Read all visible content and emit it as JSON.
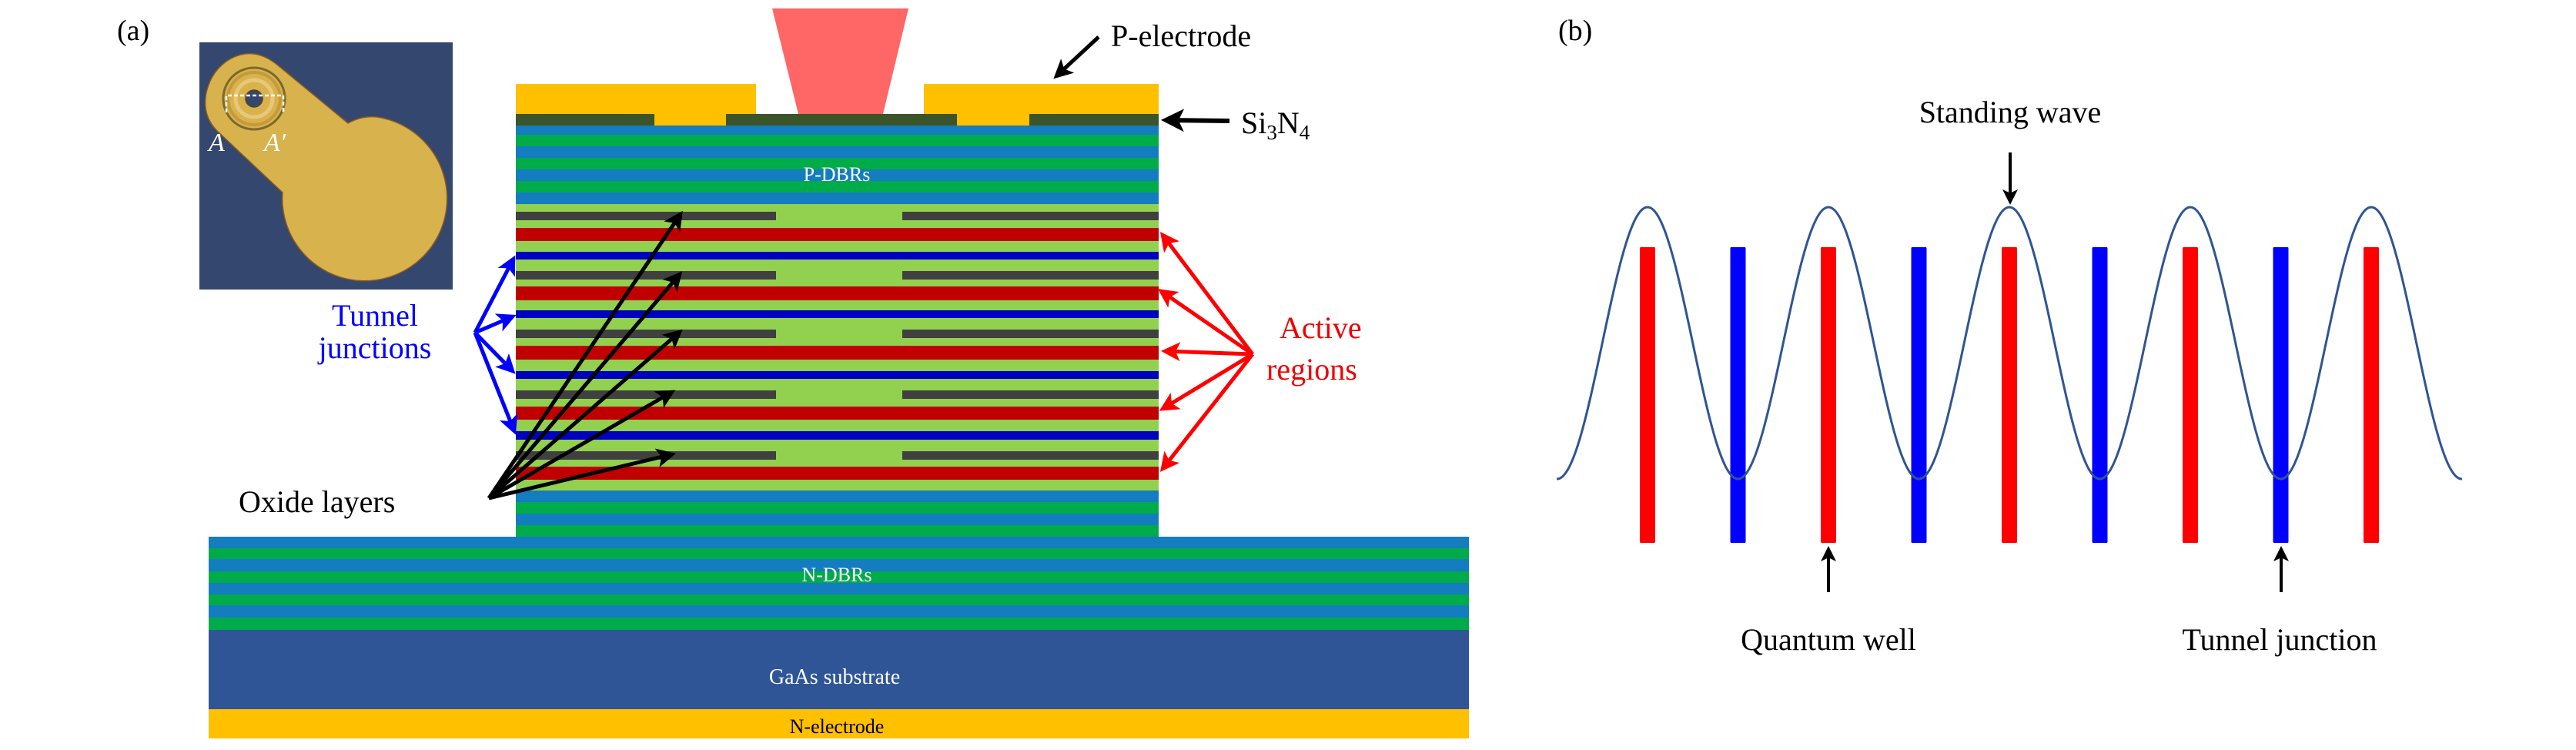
{
  "panel_a": {
    "label": "(a)",
    "inset": {
      "point_a": "A",
      "point_a_prime": "A′"
    },
    "labels": {
      "p_electrode": "P-electrode",
      "si3n4_main": "Si",
      "si3n4_sub1": "3",
      "si3n4_mid": "N",
      "si3n4_sub2": "4",
      "p_dbrs": "P-DBRs",
      "n_dbrs": "N-DBRs",
      "substrate": "GaAs substrate",
      "n_electrode": "N-electrode",
      "tunnel_line1": "Tunnel",
      "tunnel_line2": "junctions",
      "active_line1": "Active",
      "active_line2": "regions",
      "oxide": "Oxide layers"
    },
    "colors": {
      "gold": "#ffc000",
      "si3n4": "#3b5528",
      "dbr_blue": "#137dbf",
      "dbr_green": "#00ab4a",
      "cavity_green": "#92d050",
      "oxide": "#404040",
      "active_red": "#c00000",
      "junction_blue": "#0000c0",
      "substrate": "#2f5597",
      "beam": "#ff6666",
      "tunnel_label": "#0000ff",
      "active_label": "#ee0000"
    },
    "active_region_count": 5,
    "tunnel_junction_count": 4,
    "oxide_layer_count": 5
  },
  "panel_b": {
    "label": "(b)",
    "labels": {
      "standing_wave": "Standing wave",
      "quantum_well": "Quantum well",
      "tunnel_junction": "Tunnel junction"
    },
    "bars": [
      "quantum-well",
      "tunnel-junction",
      "quantum-well",
      "tunnel-junction",
      "quantum-well",
      "tunnel-junction",
      "quantum-well",
      "tunnel-junction",
      "quantum-well"
    ],
    "colors": {
      "quantum_well": "#ff0000",
      "tunnel_junction": "#0000ff",
      "wave": "#2f5592"
    }
  }
}
